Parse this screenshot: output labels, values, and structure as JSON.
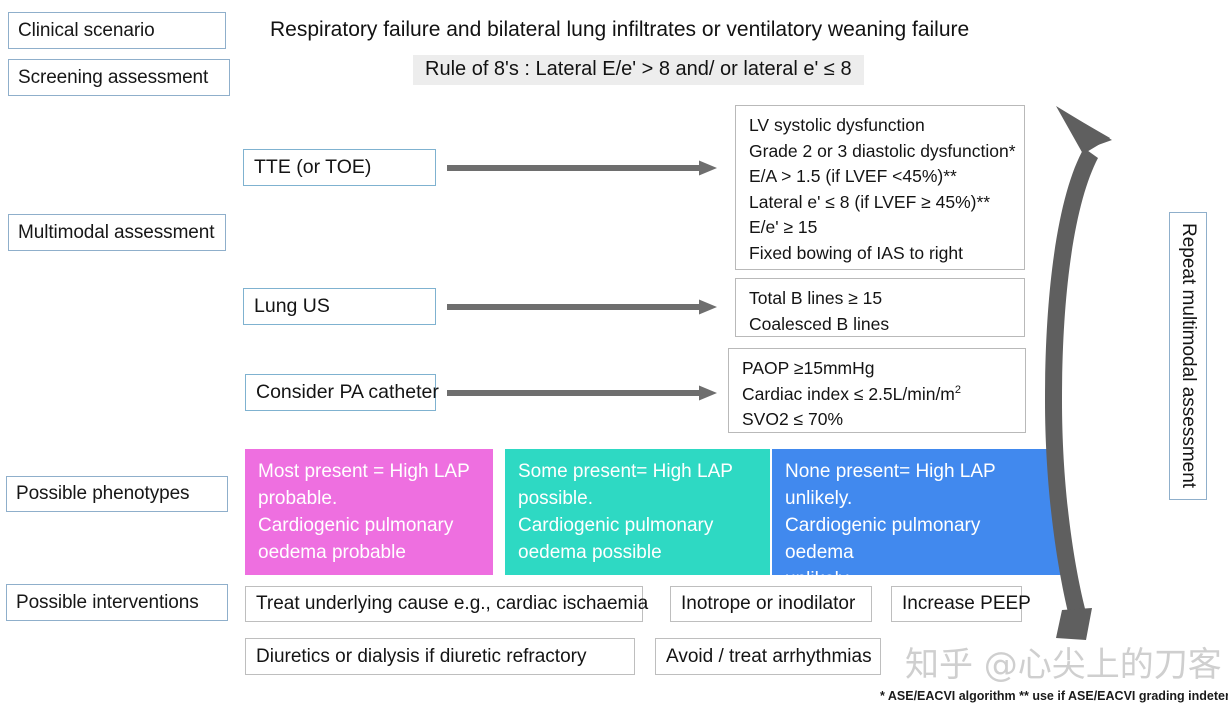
{
  "header": {
    "title": "Respiratory failure and bilateral lung infiltrates or ventilatory weaning failure",
    "rule": "Rule of 8's  : Lateral E/e' > 8 and/ or lateral e' ≤ 8"
  },
  "stages": [
    {
      "label": "Clinical scenario"
    },
    {
      "label": "Screening assessment"
    },
    {
      "label": "Multimodal assessment"
    },
    {
      "label": "Possible phenotypes"
    },
    {
      "label": "Possible interventions"
    }
  ],
  "modalities": [
    {
      "label": "TTE (or TOE)"
    },
    {
      "label": "Lung US"
    },
    {
      "label": "Consider PA catheter"
    }
  ],
  "criteria": {
    "tte": [
      "LV systolic dysfunction",
      "Grade 2 or 3 diastolic dysfunction*",
      "E/A > 1.5 (if LVEF <45%)**",
      "Lateral e' ≤ 8 (if LVEF ≥ 45%)**",
      "E/e' ≥ 15",
      "Fixed bowing of IAS to right"
    ],
    "lung_us": [
      "Total B lines ≥ 15",
      "Coalesced B lines"
    ],
    "pa_catheter": [
      "PAOP ≥15mmHg",
      "Cardiac index ≤ 2.5L/min/m",
      "SVO2 ≤ 70%"
    ],
    "pa_catheter_superscript": "2"
  },
  "phenotypes": [
    {
      "lines": [
        "Most present = High LAP",
        "probable.",
        "Cardiogenic pulmonary",
        "oedema probable"
      ],
      "color": "#EE6FE0"
    },
    {
      "lines": [
        "Some present= High LAP",
        "possible.",
        "Cardiogenic pulmonary",
        "oedema possible"
      ],
      "color": "#2ED9C3"
    },
    {
      "lines": [
        "None present= High LAP",
        "unlikely.",
        "Cardiogenic pulmonary oedema",
        "unlikely"
      ],
      "color": "#4189EE"
    }
  ],
  "interventions": {
    "row1": [
      "Treat underlying cause e.g., cardiac ischaemia",
      "Inotrope or inodilator",
      "Increase PEEP"
    ],
    "row2": [
      "Diuretics or dialysis if diuretic refractory",
      "Avoid / treat arrhythmias"
    ]
  },
  "repeat": {
    "label": "Repeat multimodal assessment"
  },
  "footnote": "* ASE/EACVI algorithm ** use if ASE/EACVI grading indeterminate",
  "watermark": "知乎 @心尖上的刀客",
  "colors": {
    "stage_border": "#8FAFCB",
    "modality_border": "#7FB2D0",
    "criteria_border": "#B9B9B9",
    "arrow_gray": "#6E6E6E",
    "curved_arrow_gray": "#5F5F5F",
    "rule_chip_bg": "#EDEDED"
  }
}
